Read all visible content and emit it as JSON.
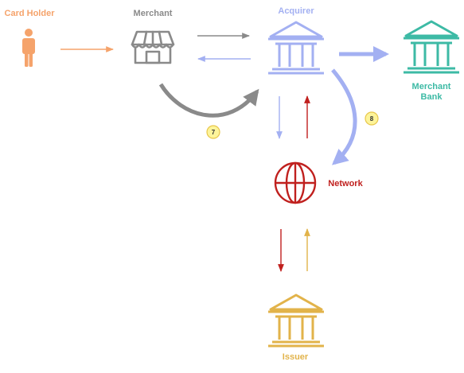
{
  "nodes": {
    "card_holder": {
      "label": "Card Holder",
      "color": "#f5a36b"
    },
    "merchant": {
      "label": "Merchant",
      "color": "#8a8a8a"
    },
    "acquirer": {
      "label": "Acquirer",
      "color": "#a3b0f2"
    },
    "merchant_bank": {
      "label_line1": "Merchant",
      "label_line2": "Bank",
      "color": "#3dbaa5"
    },
    "network": {
      "label": "Network",
      "color": "#c0201e"
    },
    "issuer": {
      "label": "Issuer",
      "color": "#e2b34a"
    }
  },
  "steps": {
    "step7": {
      "number": "7",
      "color": "#fdf49a",
      "border": "#e8c64a"
    },
    "step8": {
      "number": "8",
      "color": "#fdf49a",
      "border": "#e8c64a"
    }
  },
  "icons": {
    "card_holder": "person-icon",
    "merchant": "storefront-icon",
    "acquirer": "bank-icon",
    "merchant_bank": "bank-icon",
    "network": "globe-icon",
    "issuer": "bank-icon"
  }
}
